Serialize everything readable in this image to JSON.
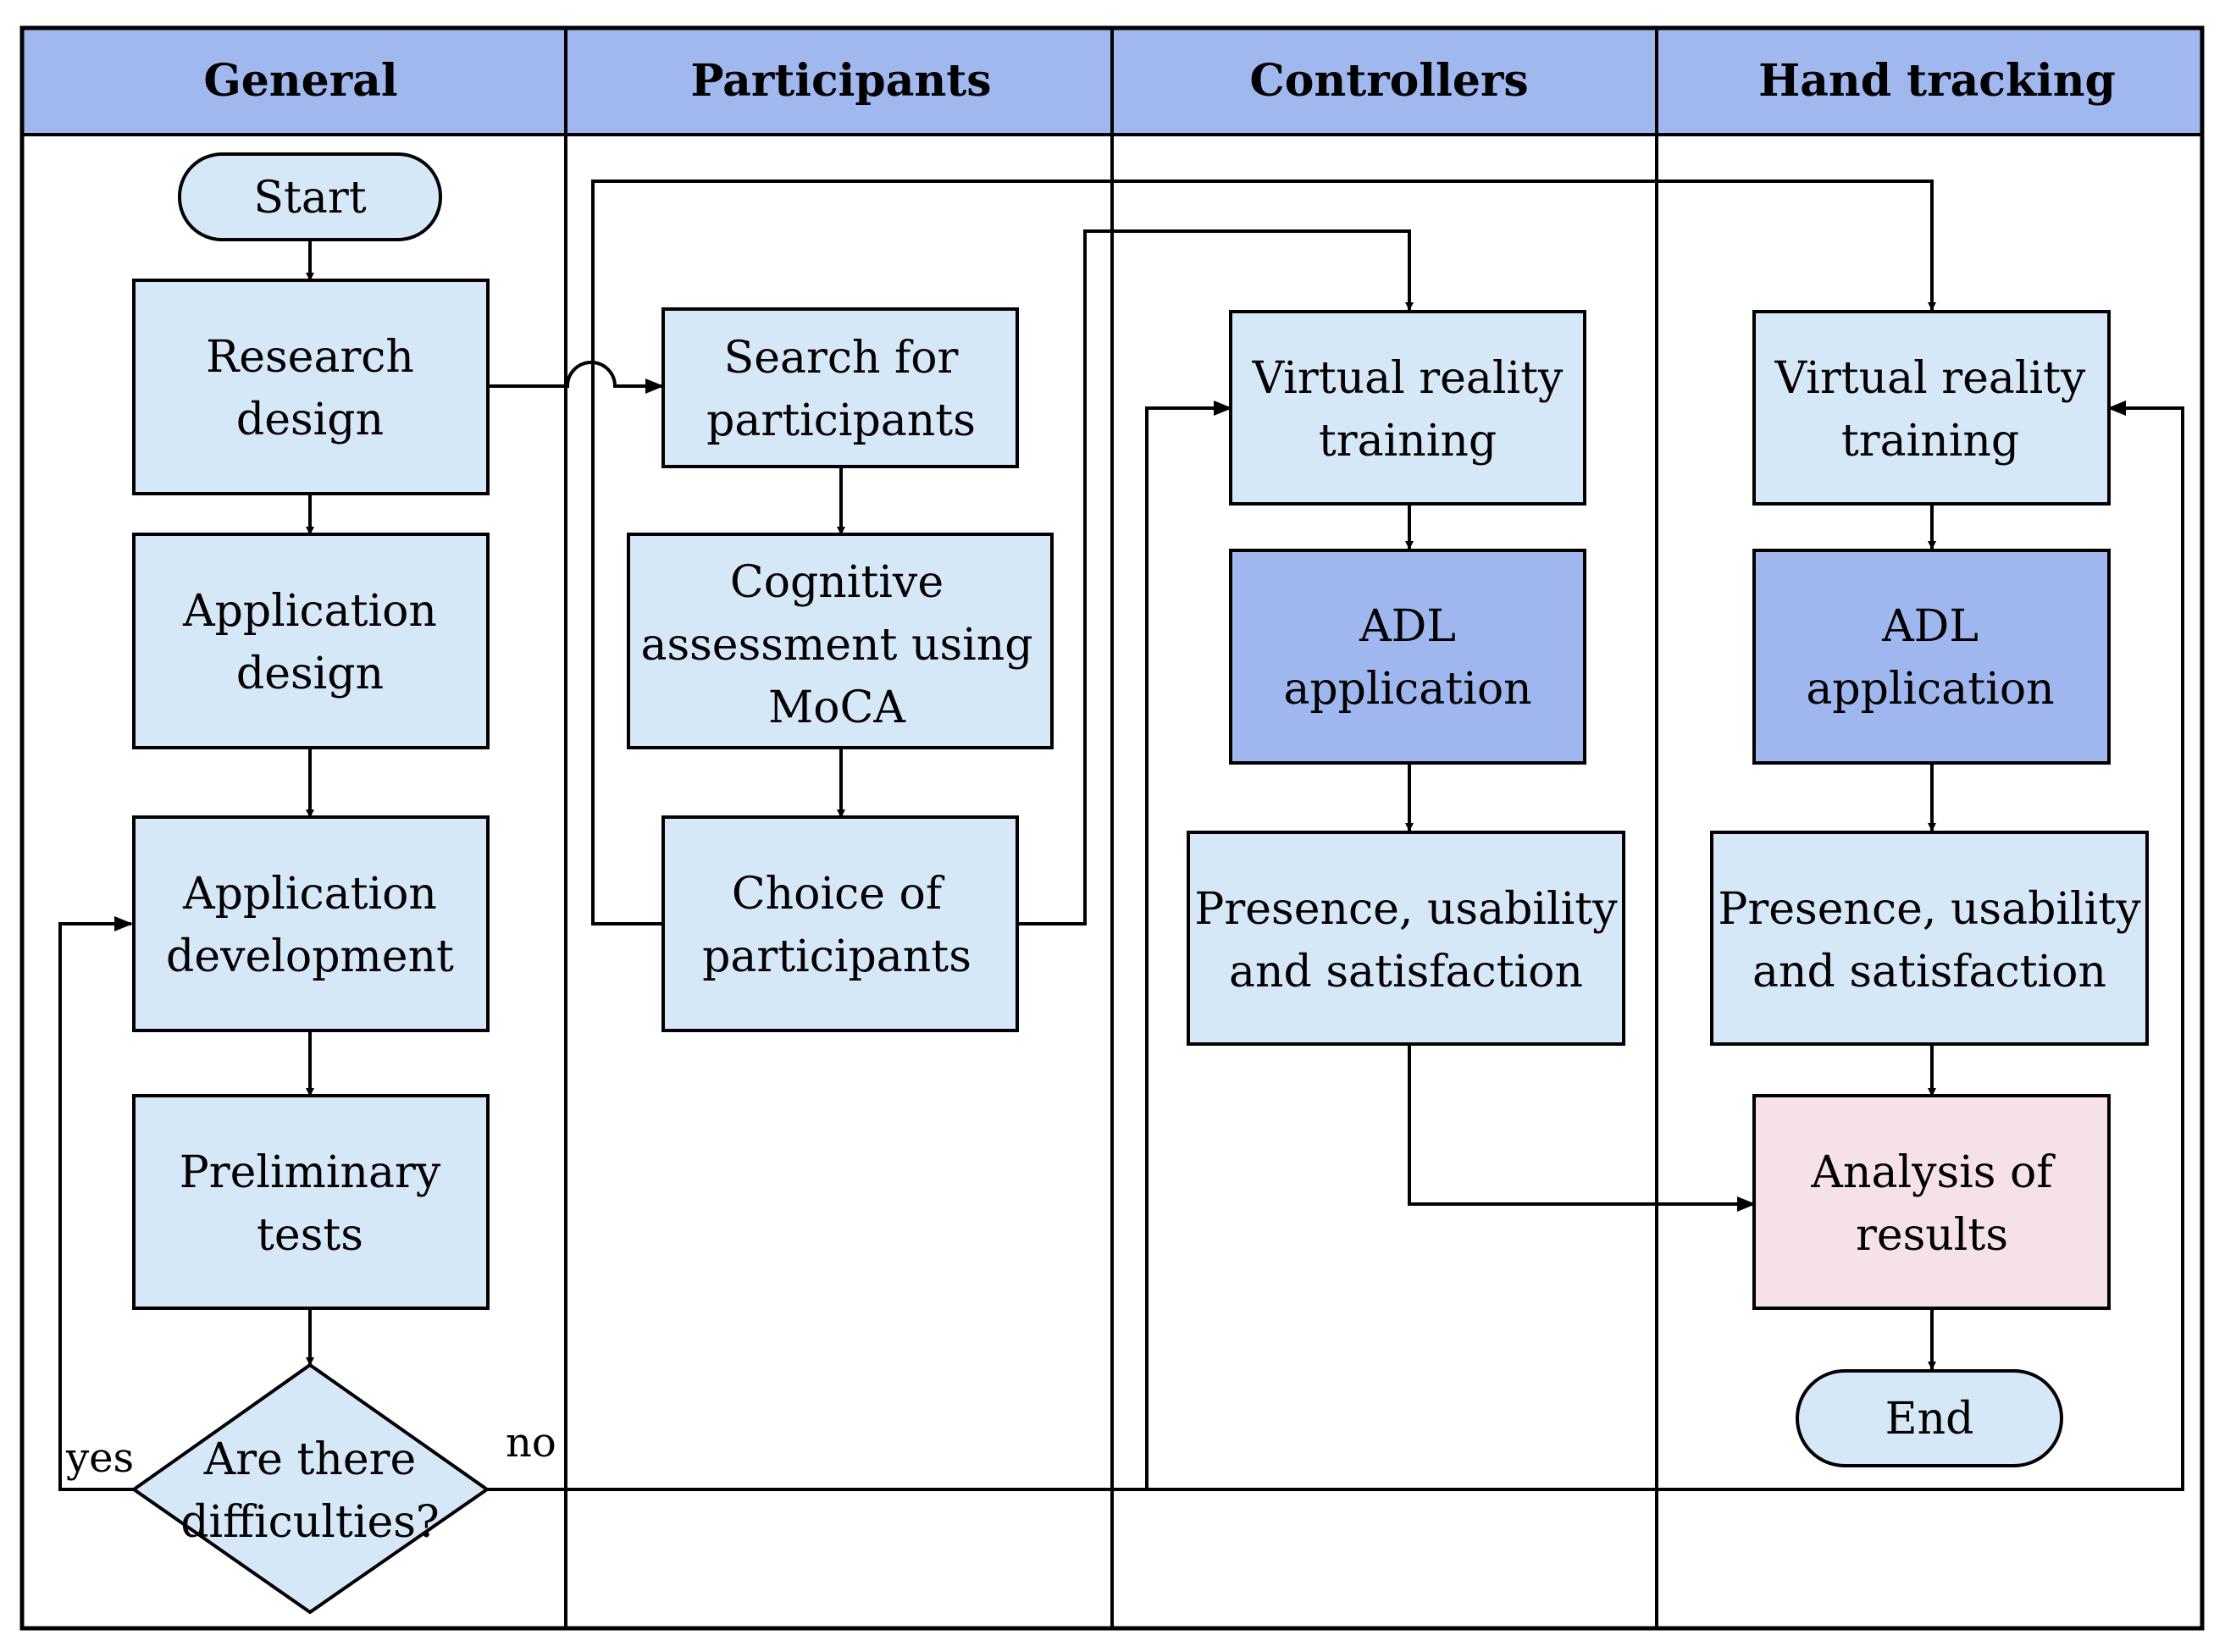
{
  "colors": {
    "header_fill": "#a0b8ee",
    "box_light": "#d6e8f7",
    "box_dark": "#9fb7ee",
    "box_pink": "#f6e1e9",
    "stroke": "#000000"
  },
  "lanes": {
    "general": "General",
    "participants": "Participants",
    "controllers": "Controllers",
    "hand_tracking": "Hand tracking"
  },
  "nodes": {
    "start": {
      "lines": [
        "Start"
      ]
    },
    "research_design": {
      "lines": [
        "Research",
        "design"
      ]
    },
    "application_design": {
      "lines": [
        "Application",
        "design"
      ]
    },
    "application_development": {
      "lines": [
        "Application",
        "development"
      ]
    },
    "preliminary_tests": {
      "lines": [
        "Preliminary",
        "tests"
      ]
    },
    "decision": {
      "lines": [
        "Are there",
        "difficulties?"
      ]
    },
    "search_participants": {
      "lines": [
        "Search for",
        "participants"
      ]
    },
    "cognitive_assessment": {
      "lines": [
        "Cognitive",
        "assessment using",
        "MoCA"
      ]
    },
    "choice_participants": {
      "lines": [
        "Choice of",
        "participants"
      ]
    },
    "vr_training_controllers": {
      "lines": [
        "Virtual reality",
        "training"
      ]
    },
    "adl_controllers": {
      "lines": [
        "ADL",
        "application"
      ]
    },
    "presence_controllers": {
      "lines": [
        "Presence, usability",
        "and satisfaction"
      ]
    },
    "vr_training_hand": {
      "lines": [
        "Virtual reality",
        "training"
      ]
    },
    "adl_hand": {
      "lines": [
        "ADL",
        "application"
      ]
    },
    "presence_hand": {
      "lines": [
        "Presence, usability",
        "and satisfaction"
      ]
    },
    "analysis": {
      "lines": [
        "Analysis of",
        "results"
      ]
    },
    "end": {
      "lines": [
        "End"
      ]
    }
  },
  "edge_labels": {
    "yes": "yes",
    "no": "no"
  }
}
